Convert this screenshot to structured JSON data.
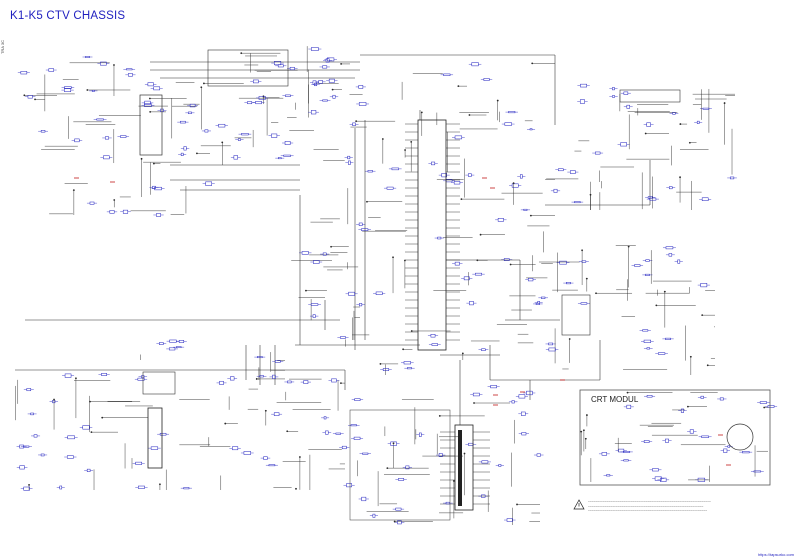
{
  "sheet": {
    "title": "K1-K5 CTV CHASSIS",
    "side_code": "TRA 3C",
    "crt_module_label": "CRT MODUL",
    "website": "https://tapsurko.com"
  },
  "colors": {
    "wire": "#2a2a2a",
    "component": "#1f1fbf",
    "highlight": "#c01818",
    "frame": "#555555"
  }
}
